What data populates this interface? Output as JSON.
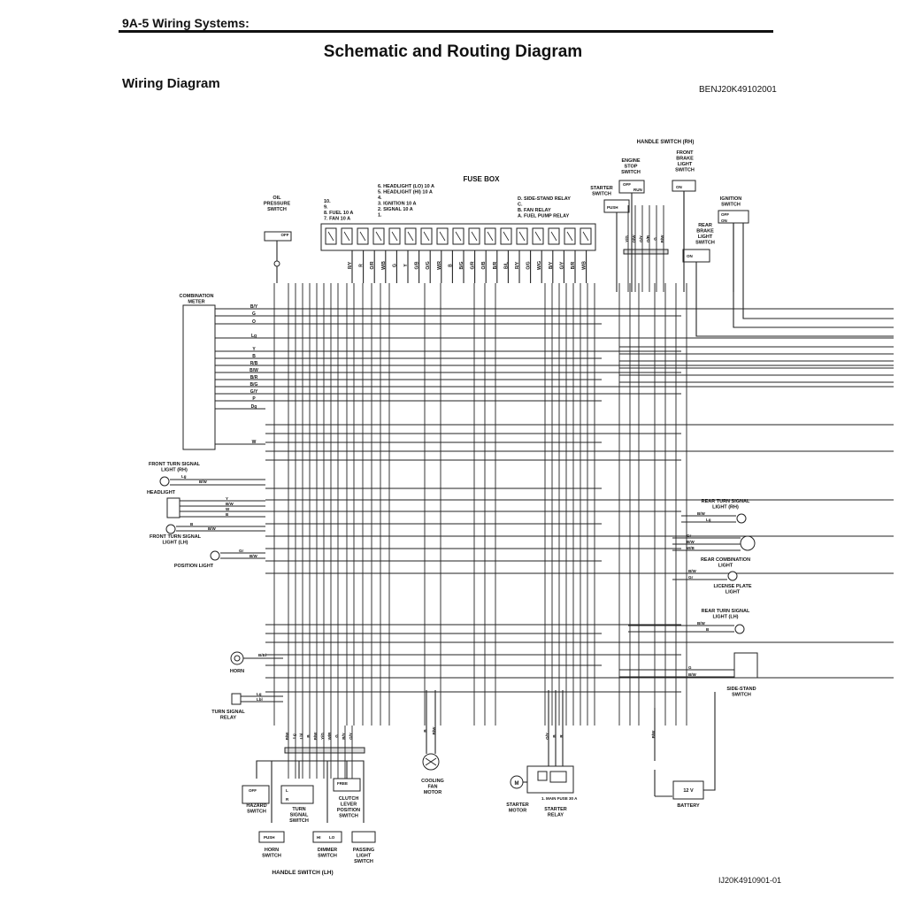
{
  "header": {
    "section": "9A-5  Wiring Systems:",
    "title": "Schematic and Routing Diagram",
    "subtitle": "Wiring Diagram",
    "code": "BENJ20K49102001",
    "figure_id": "IJ20K4910901-01"
  },
  "components": {
    "fuse_box": "FUSE BOX",
    "oil_pressure_switch": [
      "OIL",
      "PRESSURE",
      "SWITCH"
    ],
    "combination_meter": [
      "COMBINATION",
      "METER"
    ],
    "front_turn_rh": [
      "FRONT TURN SIGNAL",
      "LIGHT (RH)"
    ],
    "headlight": "HEADLIGHT",
    "front_turn_lh": [
      "FRONT TURN SIGNAL",
      "LIGHT (LH)"
    ],
    "position_light": "POSITION LIGHT",
    "horn": "HORN",
    "turn_signal_relay": [
      "TURN SIGNAL",
      "RELAY"
    ],
    "cooling_fan_motor": [
      "COOLING",
      "FAN",
      "MOTOR"
    ],
    "starter_motor": [
      "STARTER",
      "MOTOR"
    ],
    "starter_relay": [
      "STARTER",
      "RELAY"
    ],
    "main_fuse": "1. MAIN FUSE 30 A",
    "battery": "BATTERY",
    "battery_voltage": "12 V",
    "side_stand_switch": [
      "SIDE-STAND",
      "SWITCH"
    ],
    "license_plate_light": [
      "LICENSE PLATE",
      "LIGHT"
    ],
    "rear_turn_rh": [
      "REAR TURN SIGNAL",
      "LIGHT (RH)"
    ],
    "rear_combination_light": [
      "REAR COMBINATION",
      "LIGHT"
    ],
    "rear_turn_lh": [
      "REAR TURN SIGNAL",
      "LIGHT (LH)"
    ],
    "handle_switch_rh": "HANDLE SWITCH (RH)",
    "engine_stop_switch": [
      "ENGINE",
      "STOP",
      "SWITCH"
    ],
    "front_brake_light_switch": [
      "FRONT",
      "BRAKE",
      "LIGHT",
      "SWITCH"
    ],
    "starter_switch": [
      "STARTER",
      "SWITCH"
    ],
    "ignition_switch": [
      "IGNITION",
      "SWITCH"
    ],
    "rear_brake_light_switch": [
      "REAR",
      "BRAKE",
      "LIGHT",
      "SWITCH"
    ],
    "handle_switch_lh": "HANDLE SWITCH (LH)",
    "hazard_switch": [
      "HAZARD",
      "SWITCH"
    ],
    "turn_signal_switch": [
      "TURN",
      "SIGNAL",
      "SWITCH"
    ],
    "clutch_lever_position_switch": [
      "CLUTCH",
      "LEVER",
      "POSITION",
      "SWITCH"
    ],
    "horn_switch": [
      "HORN",
      "SWITCH"
    ],
    "dimmer_switch": [
      "DIMMER",
      "SWITCH"
    ],
    "passing_light_switch": [
      "PASSING",
      "LIGHT",
      "SWITCH"
    ]
  },
  "fuses_left": [
    "10.",
    "9.",
    "8. FUEL  10 A",
    "7. FAN   10 A"
  ],
  "fuses_mid": [
    "6. HEADLIGHT (LO)   10 A",
    "5. HEADLIGHT (HI)   10 A",
    "4.",
    "3. IGNITION           10 A",
    "2. SIGNAL              10 A",
    "1."
  ],
  "relays": [
    "D. SIDE-STAND RELAY",
    "C.",
    "B. FAN RELAY",
    "A. FUEL PUMP RELAY"
  ],
  "wire_colors": {
    "meter": [
      "B/Y",
      "G",
      "O",
      "Lg",
      "Y",
      "B",
      "R/B",
      "B/W",
      "B/R",
      "B/G",
      "G/Y",
      "P",
      "Dg",
      "W"
    ],
    "fuse_bottom": [
      "R/Y",
      "R",
      "O/R",
      "W/B",
      "G",
      "Y",
      "G/B",
      "O/G",
      "W/R",
      "B",
      "B/G",
      "G/R",
      "O/B",
      "B/R",
      "B/L",
      "R/Y",
      "O/G",
      "W/G",
      "B/Y",
      "G/Y",
      "B/R",
      "W/B"
    ],
    "front_turn_rh": [
      "Lg",
      "B/W"
    ],
    "headlight": [
      "Y",
      "B/W",
      "W",
      "B"
    ],
    "front_turn_lh": [
      "B",
      "B/W"
    ],
    "position": [
      "Gr",
      "B/W"
    ],
    "horn": [
      "B/Bl"
    ],
    "relay": [
      "Lg",
      "Lbl"
    ],
    "rear_turn_rh": [
      "B/W",
      "Lg"
    ],
    "rear_comb": [
      "Gr",
      "B/W",
      "W/B"
    ],
    "license": [
      "B/W",
      "Gr"
    ],
    "rear_turn_lh": [
      "B/W",
      "B"
    ],
    "side_stand": [
      "G",
      "B/W"
    ],
    "battery": [
      "B/W"
    ],
    "fan_motor": [
      "B",
      "B/W"
    ],
    "starter": [
      "O/Y",
      "B",
      "R"
    ],
    "lh_bundle": [
      "B/W",
      "Lg",
      "Lbl",
      "B",
      "B/W",
      "Y/G",
      "W/B",
      "G",
      "B/Y",
      "O/Y"
    ],
    "rh_bundle": [
      "Y/G",
      "O/W",
      "O/Y",
      "O/B",
      "G",
      "B/W"
    ]
  },
  "switch_positions": {
    "off": "OFF",
    "on": "ON",
    "run": "RUN",
    "push": "PUSH",
    "free": "FREE",
    "hi": "HI",
    "lo": "LO"
  }
}
